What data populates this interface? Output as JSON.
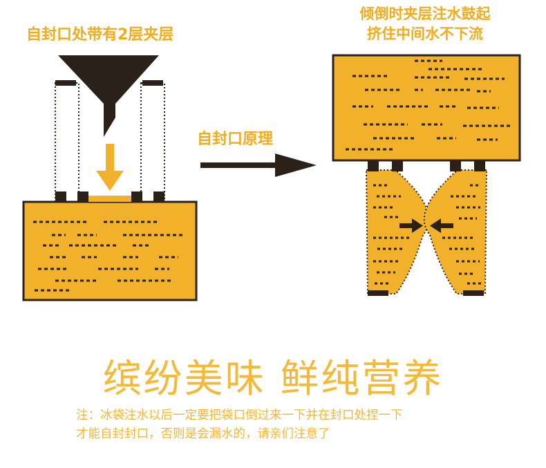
{
  "labels": {
    "left": "自封口处带有2层夹层",
    "right_line1": "倾倒时夹层注水鼓起",
    "right_line2": "挤住中间水不下流",
    "middle": "自封口原理"
  },
  "headline": "缤纷美味 鲜纯营养",
  "note": {
    "line1": "注：冰袋注水以后一定要把袋口倒过来一下并在封口处捏一下",
    "line2": "才能自封封口，否则是会漏水的，请亲们注意了"
  },
  "colors": {
    "fill_yellow": "#f2b12a",
    "label_orange": "#f1ac1e",
    "outline": "#2b2118",
    "text_faded": "#f5b93a"
  }
}
